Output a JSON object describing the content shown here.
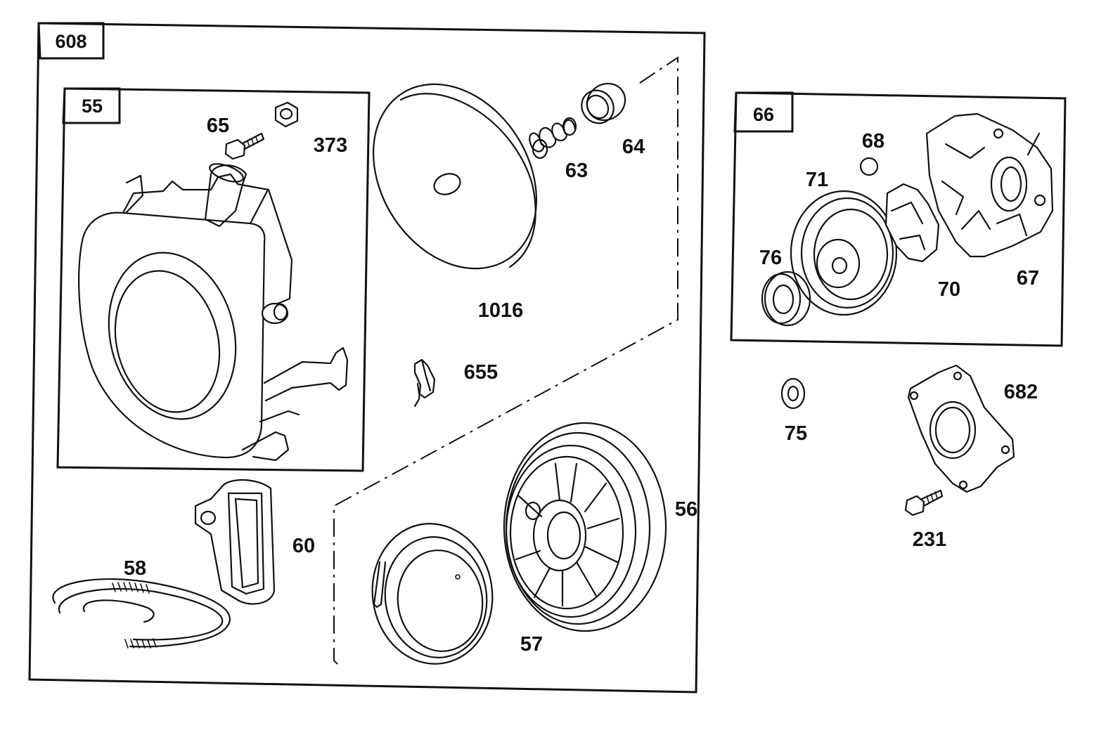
{
  "diagram": {
    "groups": {
      "assembly": "608",
      "housing": "55",
      "clutch": "66"
    },
    "parts": {
      "p65": "65",
      "p373": "373",
      "p1016": "1016",
      "p63": "63",
      "p64": "64",
      "p655": "655",
      "p56": "56",
      "p57": "57",
      "p60": "60",
      "p58": "58",
      "p68": "68",
      "p71": "71",
      "p76": "76",
      "p70": "70",
      "p67": "67",
      "p75": "75",
      "p682": "682",
      "p231": "231"
    }
  }
}
